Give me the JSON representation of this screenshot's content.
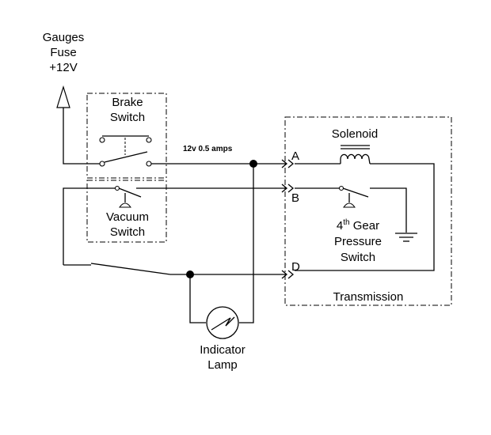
{
  "power": {
    "line1": "Gauges",
    "line2": "Fuse",
    "line3": "+12V"
  },
  "brake_switch": {
    "line1": "Brake",
    "line2": "Switch"
  },
  "vacuum_switch": {
    "line1": "Vacuum",
    "line2": "Switch"
  },
  "wire_label": "12v 0.5 amps",
  "connectors": {
    "a": "A",
    "b": "B",
    "d": "D"
  },
  "solenoid": "Solenoid",
  "pressure_switch": {
    "gear": "4",
    "gear_sup": "th",
    "gear_rest": " Gear",
    "line2": "Pressure",
    "line3": "Switch"
  },
  "transmission": "Transmission",
  "lamp": {
    "line1": "Indicator",
    "line2": "Lamp"
  }
}
